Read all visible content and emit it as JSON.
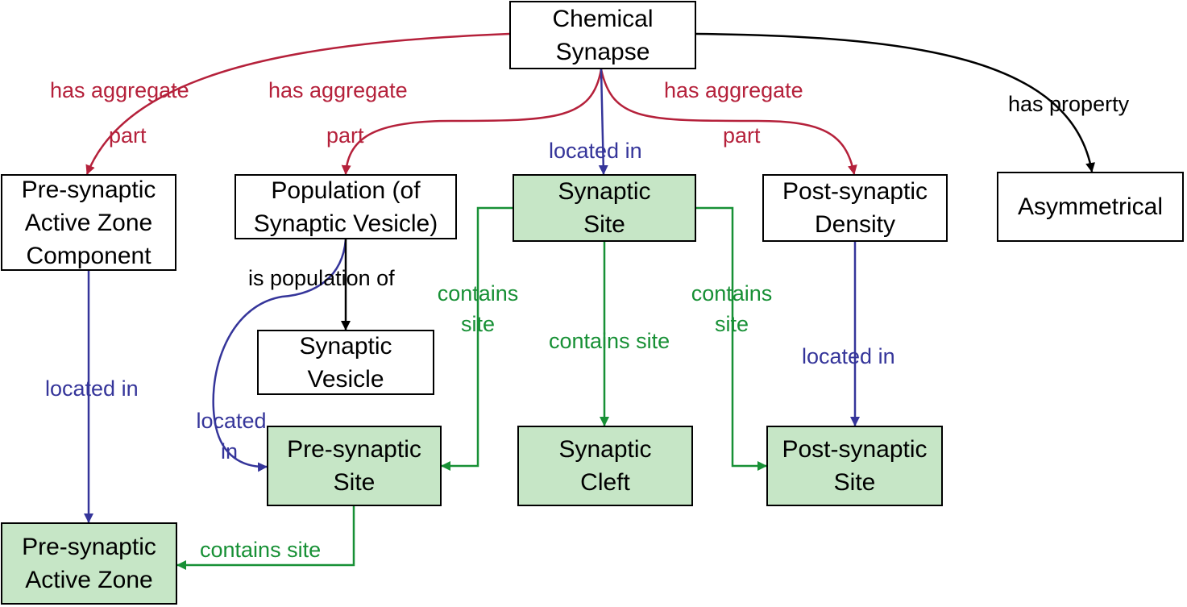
{
  "colors": {
    "has_aggregate_part": "#b5213b",
    "located_in": "#35359a",
    "contains_site": "#179035",
    "has_property": "#000000",
    "site_fill": "#c6e6c6"
  },
  "nodes": {
    "chemical_synapse": [
      "Chemical",
      "Synapse"
    ],
    "pre_synaptic_active_zone_component": [
      "Pre-synaptic",
      "Active Zone",
      "Component"
    ],
    "population_of_synaptic_vesicle": [
      "Population (of",
      "Synaptic Vesicle)"
    ],
    "synaptic_site": [
      "Synaptic",
      "Site"
    ],
    "post_synaptic_density": [
      "Post-synaptic",
      "Density"
    ],
    "asymmetrical": [
      "Asymmetrical"
    ],
    "synaptic_vesicle": [
      "Synaptic",
      "Vesicle"
    ],
    "pre_synaptic_site": [
      "Pre-synaptic",
      "Site"
    ],
    "synaptic_cleft": [
      "Synaptic",
      "Cleft"
    ],
    "post_synaptic_site": [
      "Post-synaptic",
      "Site"
    ],
    "pre_synaptic_active_zone": [
      "Pre-synaptic",
      "Active Zone"
    ]
  },
  "edge_labels": {
    "has_aggregate_part_left": [
      "has aggregate",
      "part"
    ],
    "has_aggregate_part_mid": [
      "has aggregate",
      "part"
    ],
    "has_aggregate_part_right": [
      "has aggregate",
      "part"
    ],
    "has_property": [
      "has property"
    ],
    "located_in_synaptic_site": [
      "located in"
    ],
    "located_in_active_zone": [
      "located in"
    ],
    "is_population_of": [
      "is population of"
    ],
    "located_in_pre_site": [
      "located",
      "in"
    ],
    "contains_site_left": [
      "contains",
      "site"
    ],
    "contains_site_center": [
      "contains site"
    ],
    "contains_site_right": [
      "contains",
      "site"
    ],
    "located_in_post_site": [
      "located in"
    ],
    "contains_site_bottom": [
      "contains site"
    ]
  }
}
